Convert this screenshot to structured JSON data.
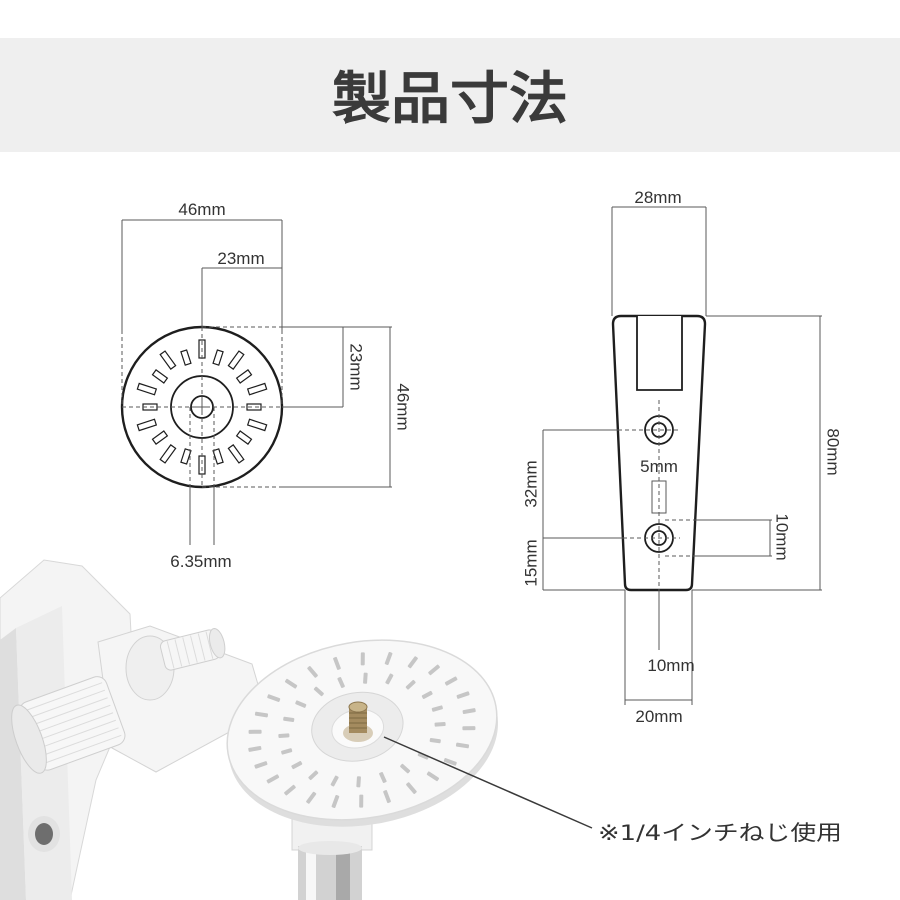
{
  "title": "製品寸法",
  "round_plate_drawing": {
    "overall_width": "46mm",
    "half_width": "23mm",
    "half_height": "23mm",
    "overall_height": "46mm",
    "screw_diameter": "6.35mm"
  },
  "bracket_drawing": {
    "top_width": "28mm",
    "height": "80mm",
    "slot_width": "5mm",
    "hole_spacing": "32mm",
    "bottom_hole_offset": "15mm",
    "hole_diameter": "10mm",
    "bottom_half_width": "10mm",
    "bottom_width": "20mm"
  },
  "photo_callout": "※1/4インチねじ使用",
  "colors": {
    "title_band": "#efefef",
    "title_text": "#3a3a3a",
    "part_outline": "#1e1e1e",
    "dimension_line": "#5a5a5a",
    "label_text": "#333333"
  }
}
